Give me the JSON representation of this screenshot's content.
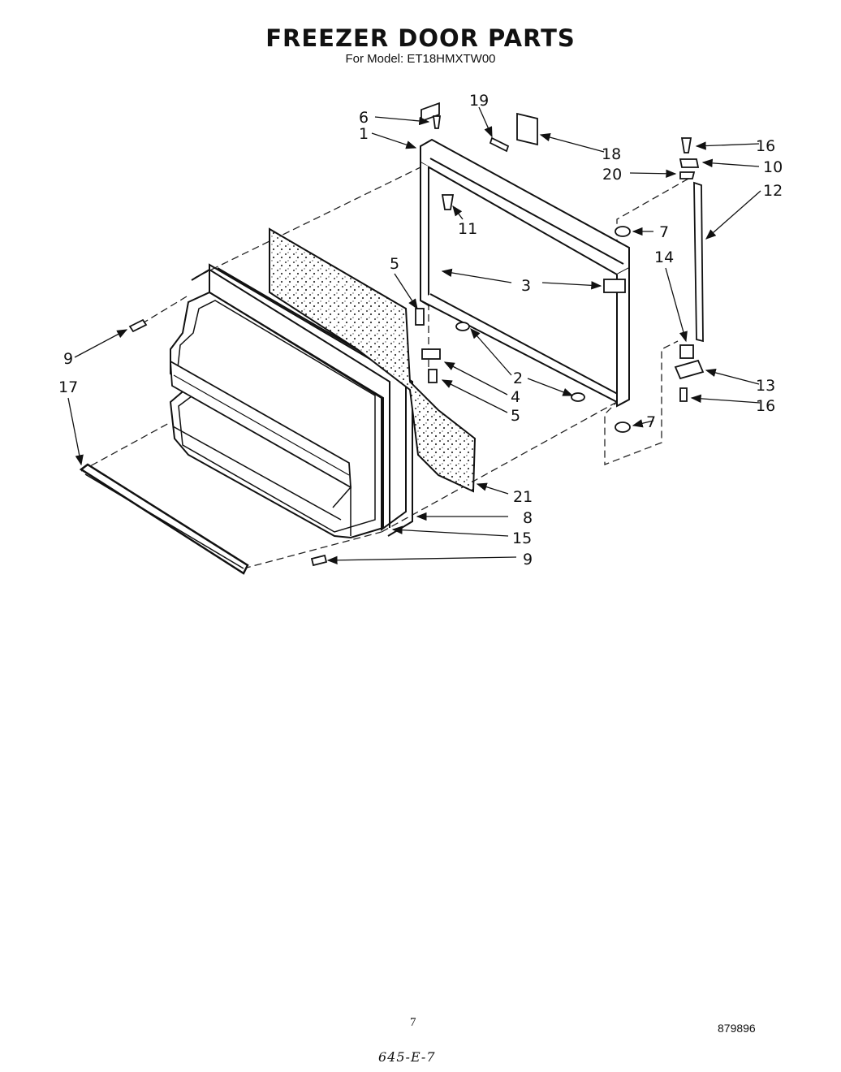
{
  "header": {
    "title": "FREEZER DOOR PARTS",
    "subtitle": "For Model: ET18HMXTW00"
  },
  "callouts": [
    "1",
    "2",
    "3",
    "4",
    "5",
    "5",
    "6",
    "7",
    "7",
    "8",
    "9",
    "9",
    "10",
    "11",
    "12",
    "13",
    "14",
    "15",
    "16",
    "16",
    "17",
    "18",
    "19",
    "20",
    "21"
  ],
  "footer": {
    "page_number": "7",
    "catalog_code": "879896",
    "handwritten_note": "645-E-7"
  }
}
